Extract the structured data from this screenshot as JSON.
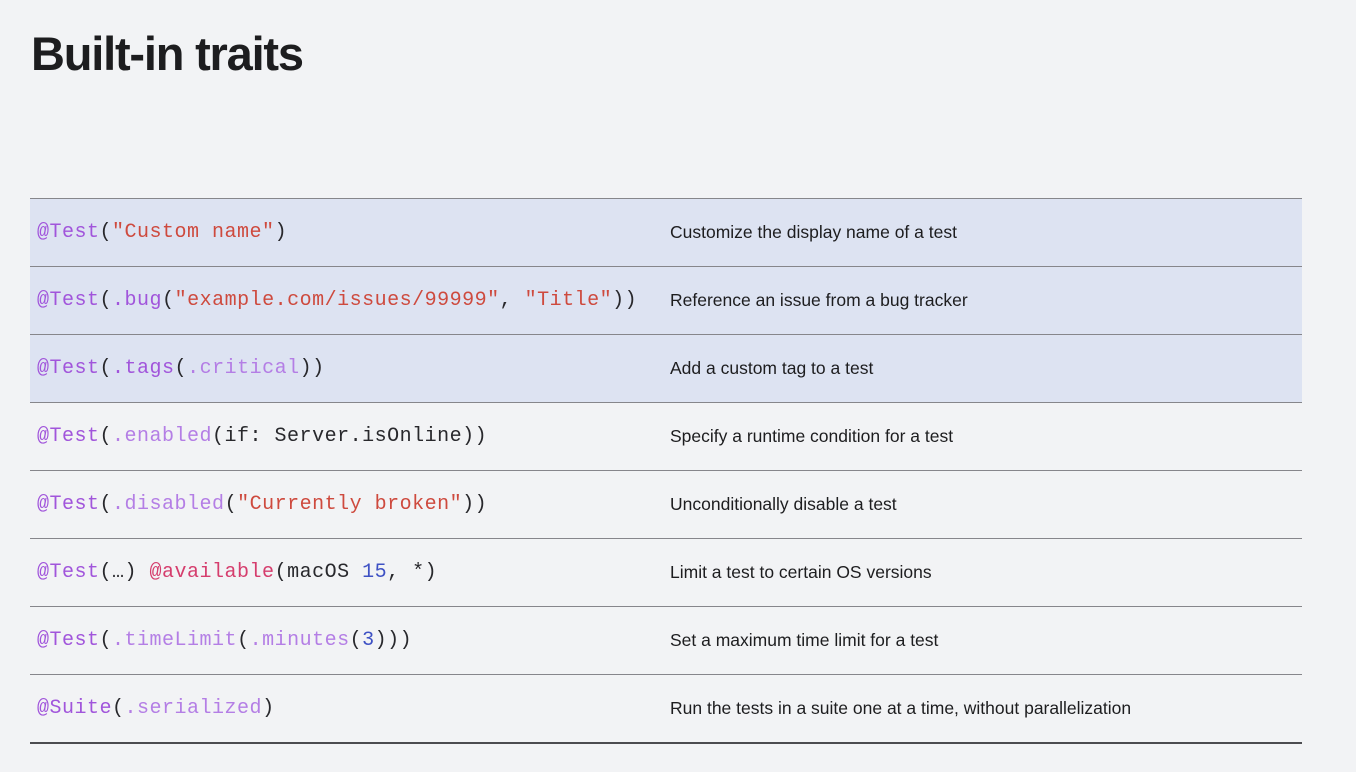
{
  "page": {
    "title": "Built-in traits"
  },
  "colors": {
    "background": "#F2F3F5",
    "highlight": "#DDE3F2",
    "divider": "#86868B",
    "table_bottom_border": "#4C4C50",
    "title_text": "#1D1D1F",
    "description_text": "#1D1D1F",
    "code_plain": "#28282C",
    "code_attribute": "#A155DB",
    "code_member": "#B47EE5",
    "code_string": "#CE4A3E",
    "code_keyword": "#D53D6D",
    "code_number": "#3E51C4"
  },
  "table": {
    "rows": [
      {
        "highlighted": true,
        "code": [
          {
            "text": "@Test",
            "token": "attribute"
          },
          {
            "text": "(",
            "token": "plain"
          },
          {
            "text": "\"Custom name\"",
            "token": "string"
          },
          {
            "text": ")",
            "token": "plain"
          }
        ],
        "description": "Customize the display name of a test"
      },
      {
        "highlighted": true,
        "code": [
          {
            "text": "@Test",
            "token": "attribute"
          },
          {
            "text": "(",
            "token": "plain"
          },
          {
            "text": ".bug",
            "token": "attribute"
          },
          {
            "text": "(",
            "token": "plain"
          },
          {
            "text": "\"example.com/issues/99999\"",
            "token": "string"
          },
          {
            "text": ", ",
            "token": "plain"
          },
          {
            "text": "\"Title\"",
            "token": "string"
          },
          {
            "text": "))",
            "token": "plain"
          }
        ],
        "description": "Reference an issue from a bug tracker"
      },
      {
        "highlighted": true,
        "code": [
          {
            "text": "@Test",
            "token": "attribute"
          },
          {
            "text": "(",
            "token": "plain"
          },
          {
            "text": ".tags",
            "token": "attribute"
          },
          {
            "text": "(",
            "token": "plain"
          },
          {
            "text": ".critical",
            "token": "member"
          },
          {
            "text": "))",
            "token": "plain"
          }
        ],
        "description": "Add a custom tag to a test"
      },
      {
        "highlighted": false,
        "code": [
          {
            "text": "@Test",
            "token": "attribute"
          },
          {
            "text": "(",
            "token": "plain"
          },
          {
            "text": ".enabled",
            "token": "member"
          },
          {
            "text": "(if: Server.isOnline))",
            "token": "plain"
          }
        ],
        "description": "Specify a runtime condition for a test"
      },
      {
        "highlighted": false,
        "code": [
          {
            "text": "@Test",
            "token": "attribute"
          },
          {
            "text": "(",
            "token": "plain"
          },
          {
            "text": ".disabled",
            "token": "member"
          },
          {
            "text": "(",
            "token": "plain"
          },
          {
            "text": "\"Currently broken\"",
            "token": "string"
          },
          {
            "text": "))",
            "token": "plain"
          }
        ],
        "description": "Unconditionally disable a test"
      },
      {
        "highlighted": false,
        "code": [
          {
            "text": "@Test",
            "token": "attribute"
          },
          {
            "text": "(…) ",
            "token": "plain"
          },
          {
            "text": "@available",
            "token": "keyword"
          },
          {
            "text": "(macOS ",
            "token": "plain"
          },
          {
            "text": "15",
            "token": "number"
          },
          {
            "text": ", *)",
            "token": "plain"
          }
        ],
        "description": "Limit a test to certain OS versions"
      },
      {
        "highlighted": false,
        "code": [
          {
            "text": "@Test",
            "token": "attribute"
          },
          {
            "text": "(",
            "token": "plain"
          },
          {
            "text": ".timeLimit",
            "token": "member"
          },
          {
            "text": "(",
            "token": "plain"
          },
          {
            "text": ".minutes",
            "token": "member"
          },
          {
            "text": "(",
            "token": "plain"
          },
          {
            "text": "3",
            "token": "number"
          },
          {
            "text": ")))",
            "token": "plain"
          }
        ],
        "description": "Set a maximum time limit for a test"
      },
      {
        "highlighted": false,
        "code": [
          {
            "text": "@Suite",
            "token": "attribute"
          },
          {
            "text": "(",
            "token": "plain"
          },
          {
            "text": ".serialized",
            "token": "member"
          },
          {
            "text": ")",
            "token": "plain"
          }
        ],
        "description": "Run the tests in a suite one at a time, without parallelization"
      }
    ]
  }
}
